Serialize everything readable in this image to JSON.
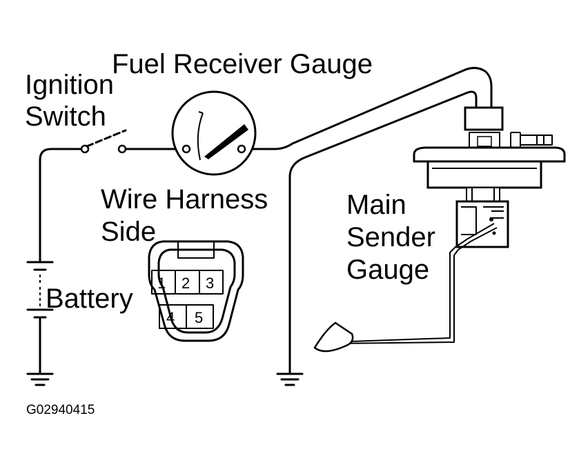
{
  "labels": {
    "fuel_receiver_gauge": "Fuel Receiver Gauge",
    "ignition_switch_line1": "Ignition",
    "ignition_switch_line2": "Switch",
    "wire_harness_line1": "Wire Harness",
    "wire_harness_line2": "Side",
    "battery": "Battery",
    "main_sender_line1": "Main",
    "main_sender_line2": "Sender",
    "main_sender_line3": "Gauge",
    "figure_code": "G02940415"
  },
  "connector_pins": [
    "1",
    "2",
    "3",
    "4",
    "5"
  ]
}
